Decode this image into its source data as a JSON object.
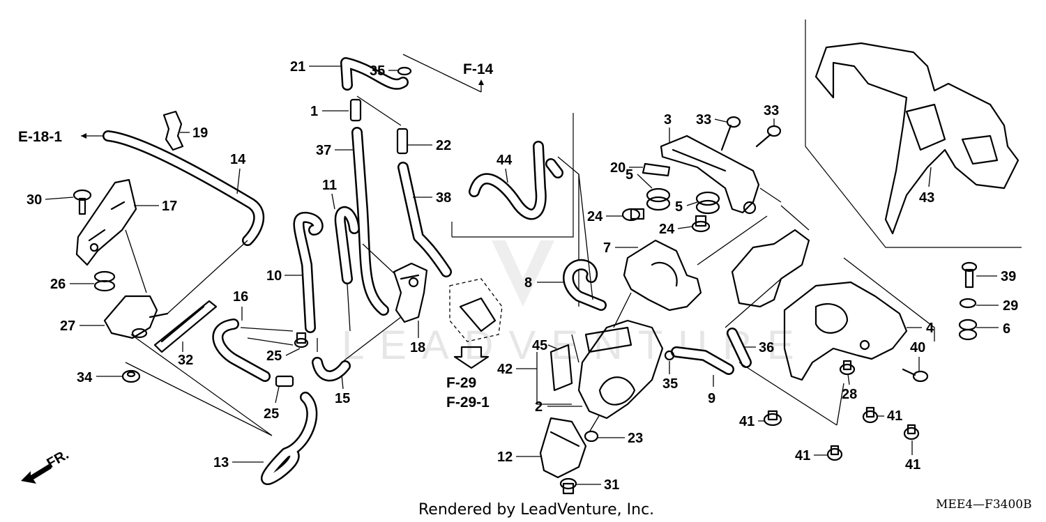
{
  "diagram": {
    "labels": [
      "1",
      "2",
      "3",
      "4",
      "5",
      "5",
      "6",
      "7",
      "8",
      "9",
      "10",
      "11",
      "12",
      "13",
      "14",
      "15",
      "16",
      "17",
      "18",
      "19",
      "20",
      "21",
      "22",
      "23",
      "24",
      "24",
      "25",
      "25",
      "26",
      "27",
      "28",
      "29",
      "30",
      "31",
      "32",
      "33",
      "33",
      "34",
      "35",
      "35",
      "36",
      "37",
      "38",
      "39",
      "40",
      "41",
      "41",
      "41",
      "41",
      "42",
      "43",
      "44",
      "45"
    ],
    "refs": {
      "e18": "E-18-1",
      "f14": "F-14",
      "f29": "F-29",
      "f291": "F-29-1",
      "fr": "FR."
    },
    "footer": "Rendered by LeadVenture, Inc.",
    "code": "MEE4—F3400B",
    "watermark": "LEADVENTURE"
  }
}
